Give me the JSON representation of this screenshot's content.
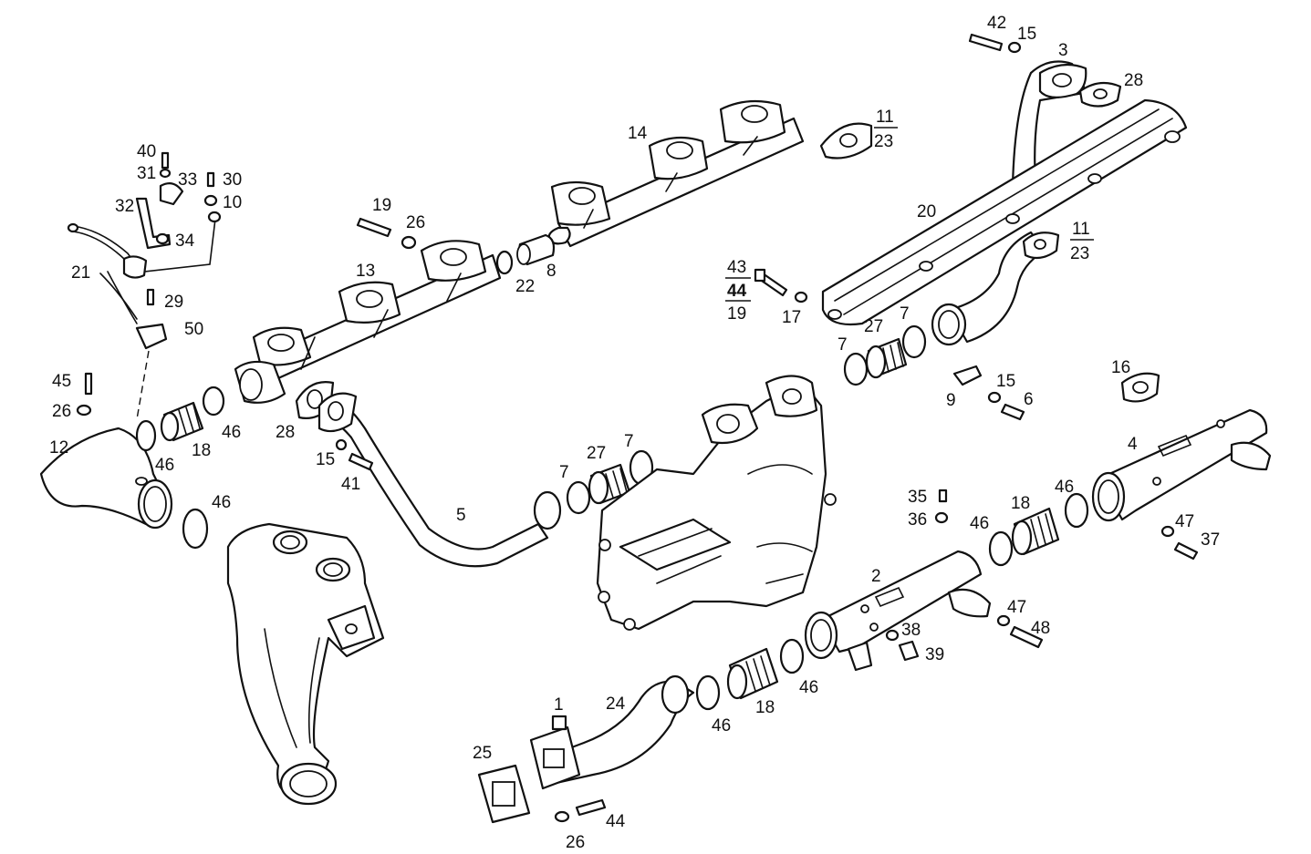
{
  "labels": {
    "l1": "1",
    "l2": "2",
    "l3": "3",
    "l4": "4",
    "l5": "5",
    "l6": "6",
    "l7a": "7",
    "l7b": "7",
    "l7c": "7",
    "l7d": "7",
    "l8": "8",
    "l9": "9",
    "l10": "10",
    "l12": "12",
    "l13": "13",
    "l14": "14",
    "l15a": "15",
    "l15b": "15",
    "l15c": "15",
    "l16": "16",
    "l17": "17",
    "l18a": "18",
    "l18b": "18",
    "l18c": "18",
    "l19": "19",
    "l20": "20",
    "l21": "21",
    "l22": "22",
    "l24": "24",
    "l25": "25",
    "l26a": "26",
    "l26b": "26",
    "l26c": "26",
    "l27a": "27",
    "l27b": "27",
    "l28a": "28",
    "l28b": "28",
    "l29": "29",
    "l30": "30",
    "l31": "31",
    "l32": "32",
    "l33": "33",
    "l34": "34",
    "l35": "35",
    "l36": "36",
    "l37": "37",
    "l38": "38",
    "l39": "39",
    "l40": "40",
    "l41": "41",
    "l42": "42",
    "l44": "44",
    "l45": "45",
    "l46a": "46",
    "l46b": "46",
    "l46c": "46",
    "l46d": "46",
    "l46e": "46",
    "l46f": "46",
    "l47a": "47",
    "l47b": "47",
    "l48": "48",
    "l50": "50"
  },
  "fractions": {
    "f11_23_top": {
      "num": "11",
      "den": "23"
    },
    "f11_23_mid": {
      "num": "11",
      "den": "23"
    },
    "f43_44_19": {
      "top": "43",
      "mid": "44",
      "bottom": "19"
    }
  }
}
